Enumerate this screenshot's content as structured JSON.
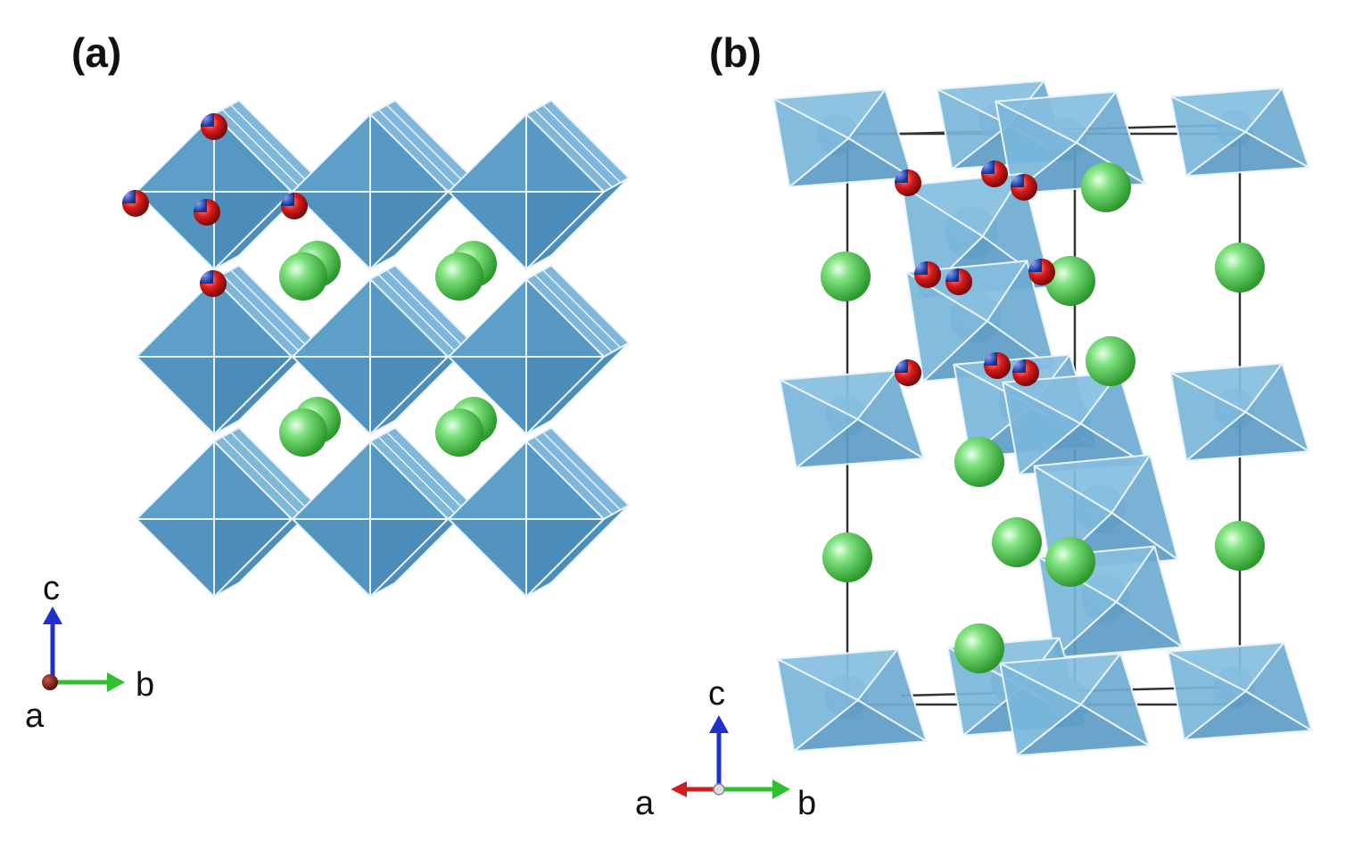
{
  "panels": {
    "a": {
      "label": "(a)"
    },
    "b": {
      "label": "(b)"
    }
  },
  "axes_a": {
    "c": "c",
    "b": "b",
    "a": "a"
  },
  "axes_b": {
    "c": "c",
    "b": "b",
    "a": "a"
  },
  "colors": {
    "octahedron_face": "#5b9dc7",
    "octahedron_face_light": "#86bedf",
    "octahedron_edge": "#e8f3fa",
    "cation_sphere": "#5fd35f",
    "oxygen_red": "#d81b1b",
    "oxygen_blue": "#1a3fb5",
    "axis_c": "#1f2fd0",
    "axis_b": "#2fbf2f",
    "axis_a": "#d01c1c",
    "unit_cell_line": "#333333"
  }
}
